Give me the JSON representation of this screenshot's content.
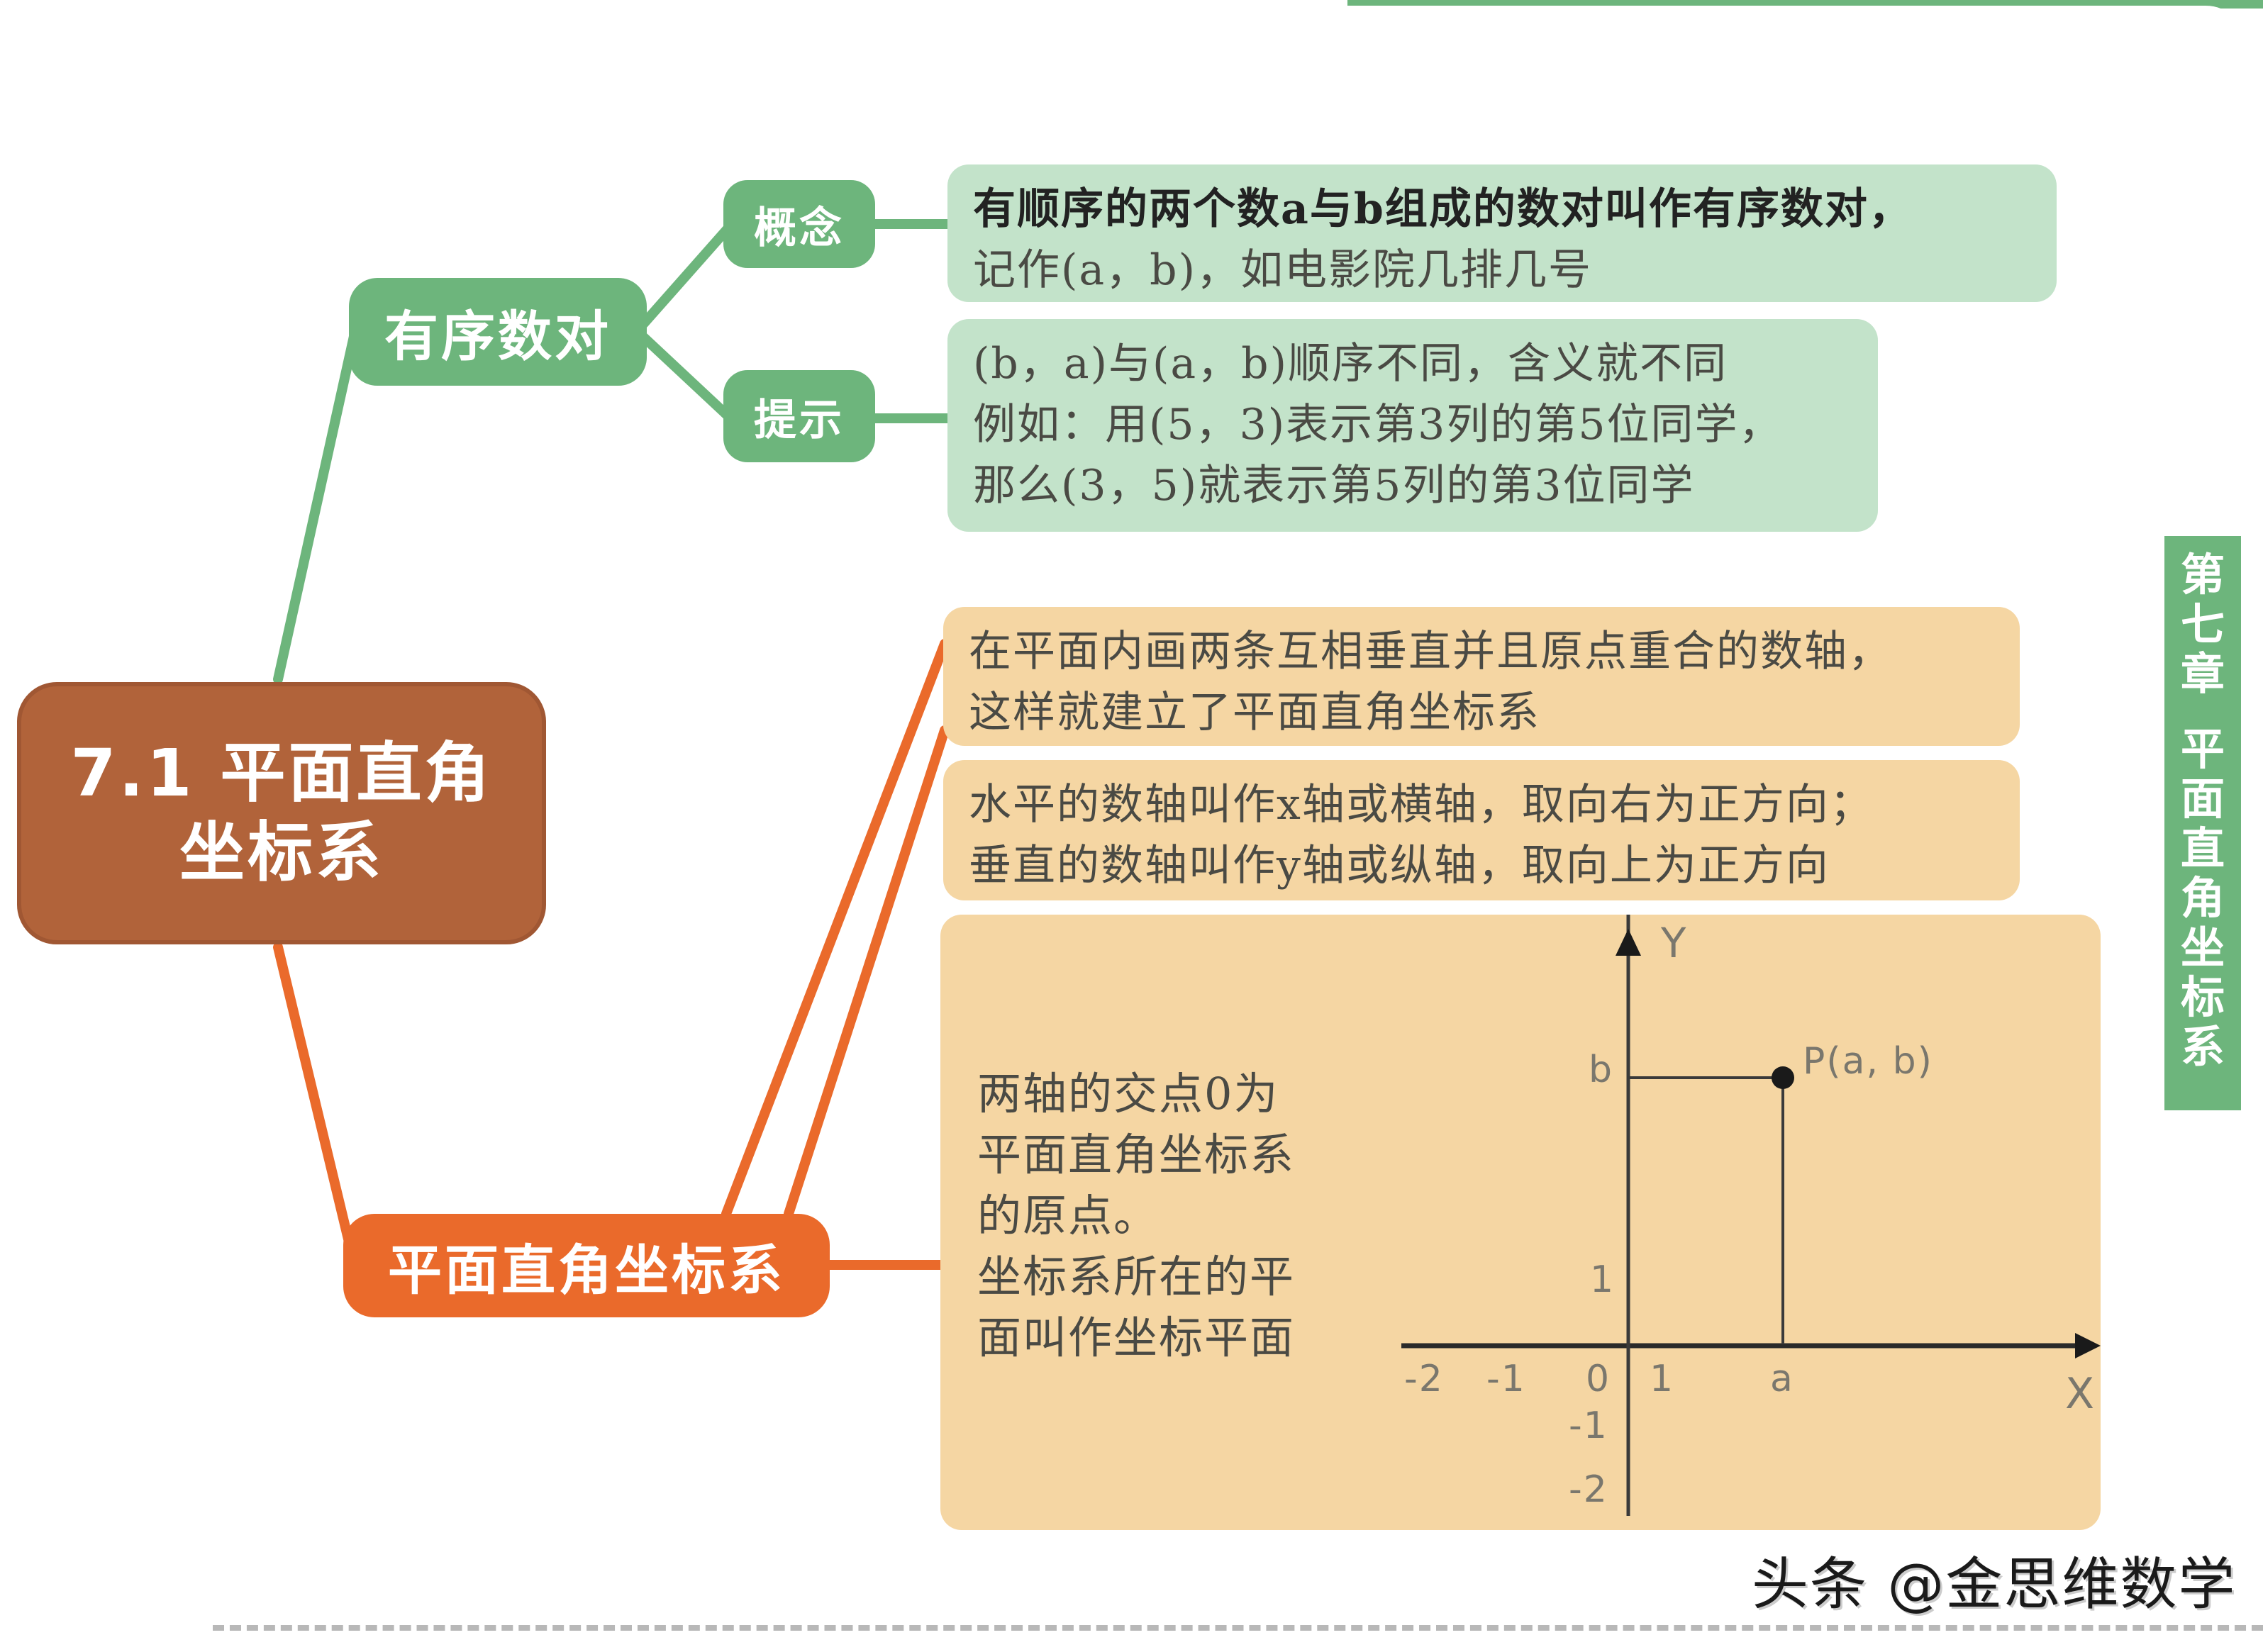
{
  "colors": {
    "root_brown": "#b1633a",
    "green_branch": "#6db57c",
    "green_box": "#c3e3ca",
    "orange_branch": "#ea6a2b",
    "tan_box": "#f5d6a3"
  },
  "root": {
    "line1": "7.1 平面直角",
    "line2": "坐标系"
  },
  "branch_ordered_pair": {
    "label": "有序数对",
    "children": {
      "concept": {
        "label": "概念",
        "lines": [
          "有顺序的两个数a与b组成的数对叫作有序数对，",
          "记作(a，b)，如电影院几排几号"
        ]
      },
      "hint": {
        "label": "提示",
        "lines": [
          "(b，a)与(a，b)顺序不同，含义就不同",
          "例如：用(5，3)表示第3列的第5位同学，",
          "那么(3，5)就表示第5列的第3位同学"
        ]
      }
    }
  },
  "branch_coordinate_system": {
    "label": "平面直角坐标系",
    "definition": {
      "lines": [
        "在平面内画两条互相垂直并且原点重合的数轴，",
        "这样就建立了平面直角坐标系"
      ]
    },
    "axes": {
      "lines": [
        "水平的数轴叫作x轴或横轴，取向右为正方向；",
        "垂直的数轴叫作y轴或纵轴，取向上为正方向"
      ]
    },
    "origin": {
      "lines": [
        "两轴的交点0为",
        "平面直角坐标系",
        "的原点。",
        "坐标系所在的平",
        "面叫作坐标平面"
      ]
    }
  },
  "chart_data": {
    "type": "scatter",
    "title": "",
    "xlabel": "X",
    "ylabel": "Y",
    "x_ticks": [
      "-2",
      "-1",
      "0",
      "1",
      "a"
    ],
    "y_ticks": [
      "b",
      "1",
      "-1",
      "-2"
    ],
    "points": [
      {
        "label": "P(a, b)",
        "x": "a",
        "y": "b"
      }
    ],
    "guides": [
      "horizontal dropline from y=b to P",
      "vertical dropline from P to x=a"
    ],
    "grid": false
  },
  "plot_labels": {
    "y_axis": "Y",
    "x_axis": "X",
    "point": "P(a, b)",
    "tick_b": "b",
    "tick_y1": "1",
    "tick_yneg1": "-1",
    "tick_yneg2": "-2",
    "tick_xneg2": "-2",
    "tick_xneg1": "-1",
    "tick_origin": "0",
    "tick_x1": "1",
    "tick_a": "a"
  },
  "chapter_tab": {
    "part1": [
      "第",
      "七",
      "章"
    ],
    "part2": [
      "平",
      "面",
      "直",
      "角",
      "坐",
      "标",
      "系"
    ]
  },
  "watermark": "头条 @金思维数学"
}
